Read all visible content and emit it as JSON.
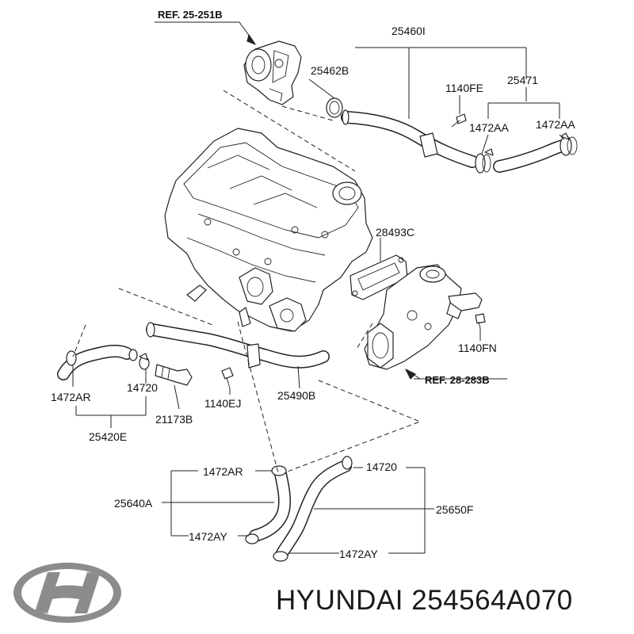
{
  "refs": {
    "ref_turbo": "REF. 25-251B",
    "ref_thermo": "REF. 28-283B"
  },
  "labels": {
    "l_25460I": "25460I",
    "l_25462B": "25462B",
    "l_25471": "25471",
    "l_1140FE": "1140FE",
    "l_1472AA_a": "1472AA",
    "l_1472AA_b": "1472AA",
    "l_28493C": "28493C",
    "l_1140FN": "1140FN",
    "l_1472AR_a": "1472AR",
    "l_14720_a": "14720",
    "l_25420E": "25420E",
    "l_21173B": "21173B",
    "l_1140EJ": "1140EJ",
    "l_25490B": "25490B",
    "l_1472AR_b": "1472AR",
    "l_14720_b": "14720",
    "l_25640A": "25640A",
    "l_25650F": "25650F",
    "l_1472AY_a": "1472AY",
    "l_1472AY_b": "1472AY"
  },
  "brand": {
    "caption": "HYUNDAI 254564A070",
    "logo_color": "#8c8c8c"
  },
  "colors": {
    "line": "#222222",
    "background": "#ffffff"
  }
}
